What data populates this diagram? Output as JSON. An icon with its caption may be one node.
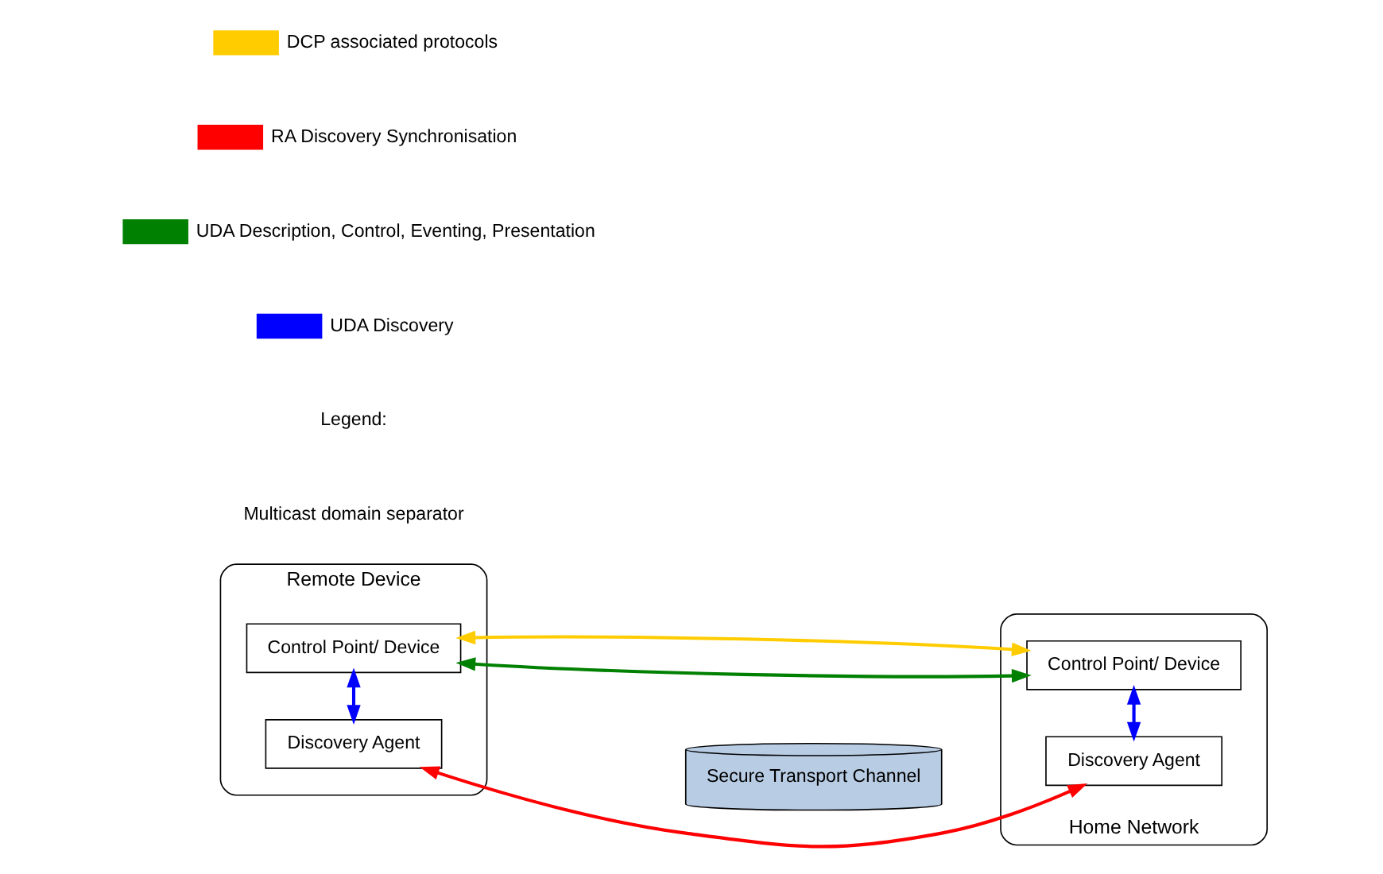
{
  "diagram": {
    "nodes": [
      {
        "text": [
          "Remote Device"
        ]
      },
      {
        "text": [
          "Discovery Agent"
        ],
        "in": 0
      },
      {
        "text": [
          "Control Point/ Device"
        ],
        "in": 0
      },
      {
        "text": [
          "Secure Transport Channel"
        ]
      },
      {
        "text": [
          "Home Network"
        ]
      },
      {
        "text": [
          "Discovery Agent"
        ],
        "in": 4
      },
      {
        "text": [
          "Control Point/ Device"
        ],
        "in": 4
      }
    ],
    "edges": [
      {
        "from": 1,
        "to": 2,
        "arrow": "both",
        "color": "#0000ff"
      },
      {
        "from": 1,
        "to": 5,
        "arrow": "both",
        "color": "#ff0000"
      },
      {
        "from": 2,
        "to": 6,
        "arrow": "both",
        "color": "#008000"
      },
      {
        "from": 2,
        "to": 6,
        "arrow": "both",
        "color": "#ffcc00"
      },
      {
        "from": 5,
        "to": 6,
        "arrow": "both",
        "color": "#0000ff"
      }
    ],
    "labels": [
      "Multicast domain separator",
      "Legend:"
    ],
    "legend": [
      {
        "text": "UDA Discovery"
      },
      {
        "text": "UDA Description, Control, Eventing, Presentation"
      },
      {
        "text": "RA Discovery Synchronisation"
      },
      {
        "text": "DCP associated protocols"
      }
    ]
  }
}
